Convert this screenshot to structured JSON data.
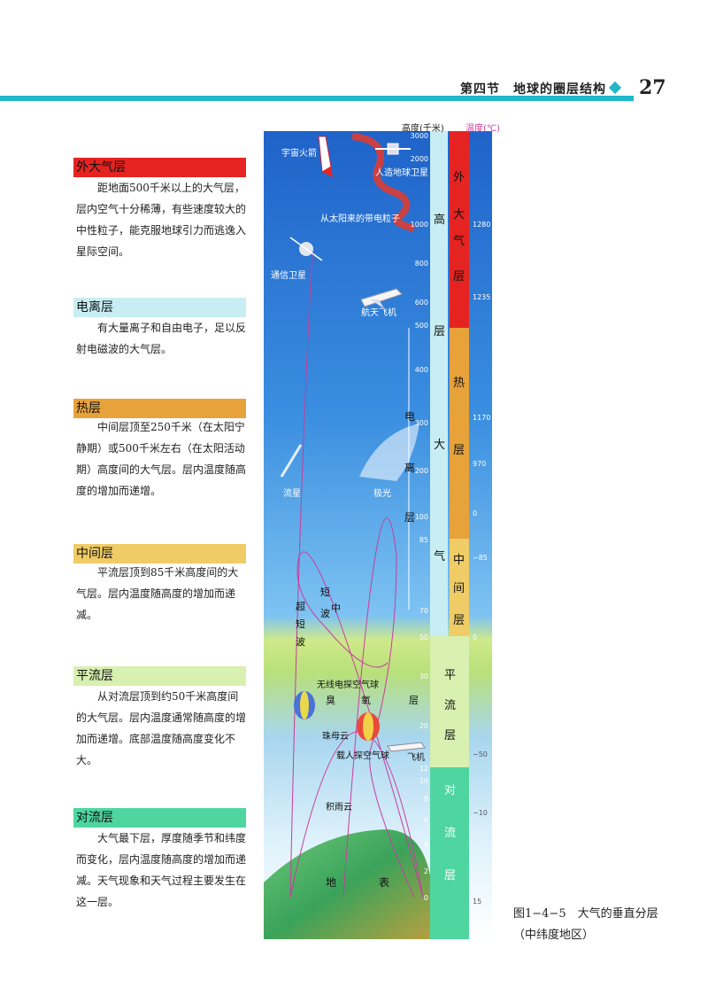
{
  "header": {
    "section": "第四节　地球的圈层结构",
    "page_number": "27",
    "accent_color": "#1fb7c9"
  },
  "layers": [
    {
      "name": "外大气层",
      "color": "#e52421",
      "desc": "距地面500千米以上的大气层，层内空气十分稀薄，有些速度较大的中性粒子，能克服地球引力而逃逸入星际空间。"
    },
    {
      "name": "电离层",
      "color": "#c8eef3",
      "desc": "有大量离子和自由电子，足以反射电磁波的大气层。"
    },
    {
      "name": "热层",
      "color": "#e8a23a",
      "desc": "中间层顶至250千米（在太阳宁静期）或500千米左右（在太阳活动期）高度间的大气层。层内温度随高度的增加而递增。"
    },
    {
      "name": "中间层",
      "color": "#f0cc66",
      "desc": "平流层顶到85千米高度间的大气层。层内温度随高度的增加而递减。"
    },
    {
      "name": "平流层",
      "color": "#d8f0b0",
      "desc": "从对流层顶到约50千米高度间的大气层。层内温度通常随高度的增加而递增。底部温度随高度变化不大。"
    },
    {
      "name": "对流层",
      "color": "#4fd6a0",
      "desc": "大气最下层，厚度随季节和纬度而变化，层内温度随高度的增加而递减。天气现象和天气过程主要发生在这一层。"
    }
  ],
  "diagram": {
    "height_label": "高度(千米)",
    "temp_label": "温度(℃)",
    "height_ticks": [
      "3000",
      "2000",
      "1000",
      "800",
      "600",
      "500",
      "400",
      "300",
      "200",
      "100",
      "85",
      "70",
      "50",
      "30",
      "20",
      "12",
      "10",
      "8",
      "6",
      "4",
      "2",
      "0"
    ],
    "temp_ticks": [
      "1280",
      "1235",
      "1170",
      "970",
      "0",
      "−85",
      "0",
      "−50",
      "−10",
      "15"
    ],
    "high_atmo_chars": [
      "高",
      "层",
      "大",
      "气"
    ],
    "ionosphere_chars": [
      "电",
      "离",
      "层"
    ],
    "upper_chars": {
      "exosphere": [
        "外",
        "大",
        "气",
        "层"
      ],
      "thermosphere": [
        "热",
        "层"
      ],
      "mesosphere": [
        "中",
        "间",
        "层"
      ],
      "stratosphere": [
        "平",
        "流",
        "层"
      ],
      "troposphere": [
        "对",
        "流",
        "层"
      ]
    },
    "labels": {
      "rocket": "宇宙火箭",
      "satellite": "人造地球卫星",
      "solar": "从太阳来的带电粒子",
      "comm": "通信卫星",
      "shuttle": "航天飞机",
      "meteor": "流星",
      "aurora": "极光",
      "shortwave": [
        "超",
        "短",
        "波"
      ],
      "midwave": [
        "短",
        "中",
        "波"
      ],
      "radiosonde": "无线电探空气球",
      "ozone": [
        "臭",
        "氧",
        "层"
      ],
      "nacreous": "珠母云",
      "balloon": "载人探空气球",
      "plane": "飞机",
      "cb": "积雨云",
      "surface": [
        "地",
        "表"
      ]
    }
  },
  "caption": "图1−4−5　大气的垂直分层（中纬度地区）"
}
